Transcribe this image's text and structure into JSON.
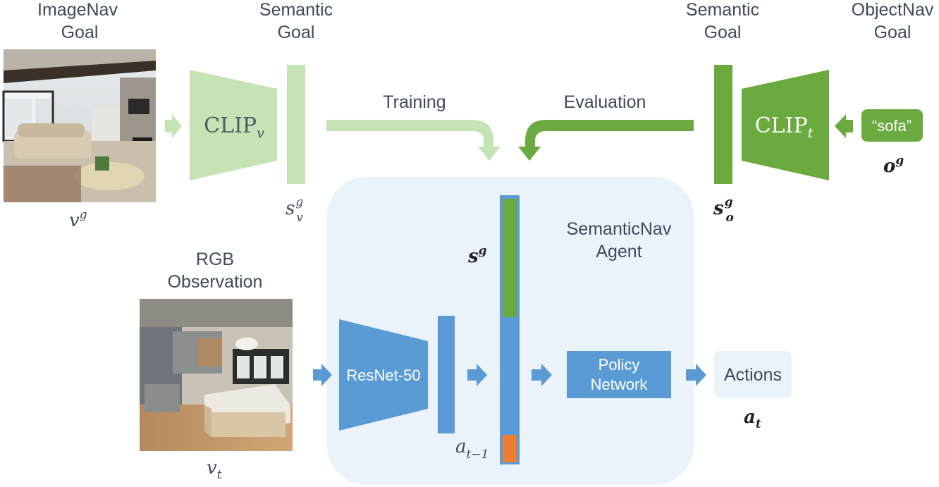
{
  "colors": {
    "light_green": "#c5e3b4",
    "dark_green": "#6aaa3f",
    "blue": "#5b9bd5",
    "orange": "#ed7d31",
    "panel": "#eaf2fa",
    "text": "#3f4a5a"
  },
  "imagenav_goal": {
    "title_line1": "ImageNav",
    "title_line2": "Goal",
    "symbol": "v",
    "symbol_sup": "g"
  },
  "semantic_goal_left": {
    "title_line1": "Semantic",
    "title_line2": "Goal",
    "symbol": "s",
    "symbol_sub": "v",
    "symbol_sup": "g"
  },
  "clip_v": {
    "text": "CLIP",
    "sub": "v"
  },
  "training_label": "Training",
  "evaluation_label": "Evaluation",
  "semantic_goal_right": {
    "title_line1": "Semantic",
    "title_line2": "Goal",
    "symbol": "s",
    "symbol_sub": "o",
    "symbol_sup": "g"
  },
  "objectnav_goal": {
    "title_line1": "ObjectNav",
    "title_line2": "Goal",
    "word": "“sofa”",
    "symbol": "o",
    "symbol_sup": "g"
  },
  "clip_t": {
    "text": "CLIP",
    "sub": "t"
  },
  "agent_panel": {
    "title_line1": "SemanticNav",
    "title_line2": "Agent"
  },
  "rgb_observation": {
    "title_line1": "RGB",
    "title_line2": "Observation",
    "symbol": "v",
    "symbol_sub": "t"
  },
  "encoder": {
    "label": "ResNet-50"
  },
  "state_vector": {
    "goal_symbol": "s",
    "goal_sup": "g",
    "prev_action": "a",
    "prev_action_sub": "t−1"
  },
  "policy": {
    "line1": "Policy",
    "line2": "Network"
  },
  "actions": {
    "label": "Actions",
    "symbol": "a",
    "symbol_sub": "t"
  }
}
